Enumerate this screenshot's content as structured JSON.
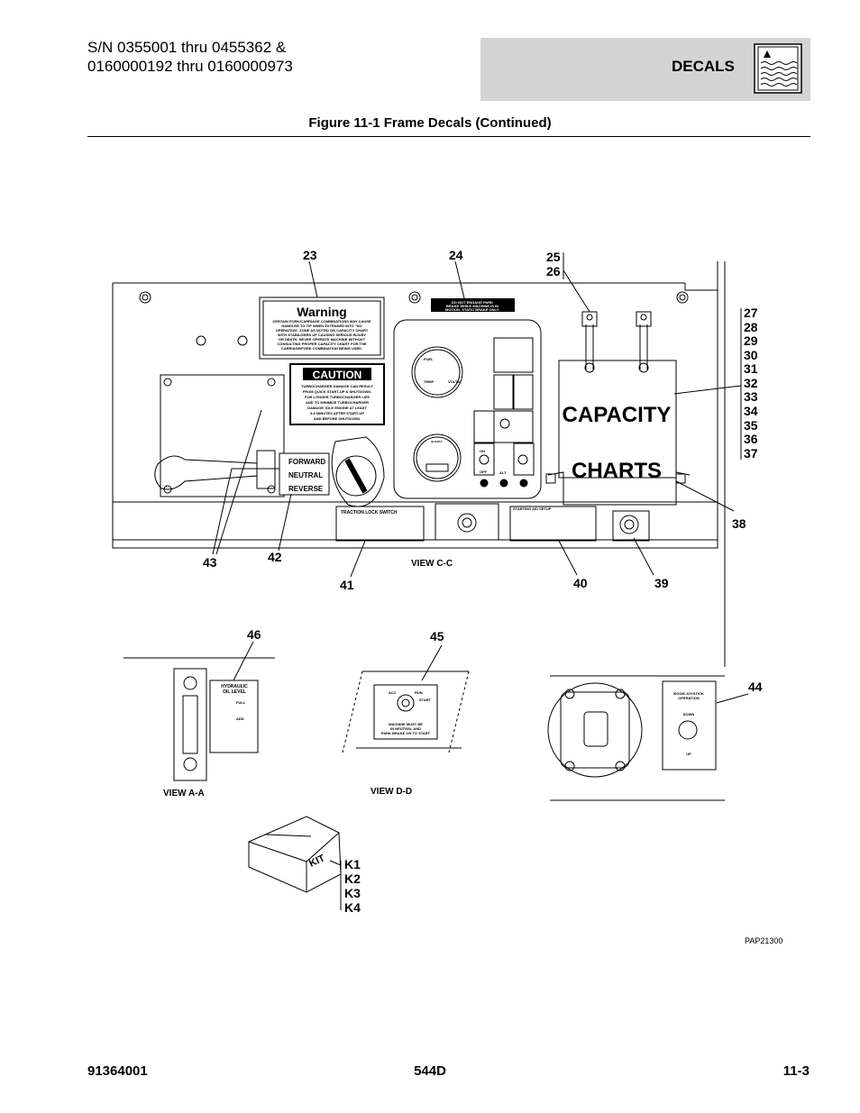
{
  "header": {
    "serial_line1": "S/N 0355001 thru 0455362 &",
    "serial_line2": "0160000192 thru 0160000973",
    "section": "DECALS"
  },
  "figure_title": "Figure 11-1 Frame Decals (Continued)",
  "callouts": {
    "c23": "23",
    "c24": "24",
    "c25": "25",
    "c26": "26",
    "c27": "27",
    "c28": "28",
    "c29": "29",
    "c30": "30",
    "c31": "31",
    "c32": "32",
    "c33": "33",
    "c34": "34",
    "c35": "35",
    "c36": "36",
    "c37": "37",
    "c38": "38",
    "c39": "39",
    "c40": "40",
    "c41": "41",
    "c42": "42",
    "c43": "43",
    "c44": "44",
    "c45": "45",
    "c46": "46",
    "k1": "K1",
    "k2": "K2",
    "k3": "K3",
    "k4": "K4"
  },
  "views": {
    "cc": "VIEW C-C",
    "aa": "VIEW A-A",
    "dd": "VIEW D-D"
  },
  "decals": {
    "warning_title": "Warning",
    "warning_text": [
      "CERTAIN FORK/CARRIAGE COMBINATIONS MAY CAUSE",
      "HANDLER TO TIP WHEN EXTENDED INTO \"NO",
      "OPERATION\" ZONE AS NOTED ON CAPACITY CHART",
      "WITH STABILIZERS UP CAUSING SERIOUS INJURY",
      "OR DEATH. NEVER OPERATE MACHINE WITHOUT",
      "CONSULTING PROPER CAPACITY CHART FOR THE",
      "CARRIAGE/FORK COMBINATION BEING USED."
    ],
    "caution_title": "CAUTION",
    "caution_text": [
      "TURBOCHARGER DAMAGE CAN RESULT",
      "FROM QUICK START-UP & SHUTDOWN.",
      "FOR LONGER TURBOCHARGER LIFE",
      "AND TO MINIMIZE TURBOCHARGER",
      "DAMAGE, IDLE ENGINE AT LEAST",
      "3-5 MINUTES AFTER START-UP",
      "AND BEFORE SHUTDOWN."
    ],
    "brake_text": [
      "DO NOT ENGAGE PARK",
      "BRAKE WHILE MACHINE IS IN",
      "MOTION. STATIC BRAKE ONLY."
    ],
    "capacity_line1": "CAPACITY",
    "capacity_line2": "CHARTS",
    "forward": "FORWARD",
    "neutral": "NEUTRAL",
    "reverse": "REVERSE",
    "traction_title": "TRACTION LOCK SWITCH",
    "starting_title": "STARTING AID SETUP",
    "fuel": "FUEL",
    "temp": "TEMP",
    "volts": "VOLTS",
    "quartz": "QUARTZ",
    "on": "ON",
    "off": "OFF",
    "alt": "ALT",
    "hyd_title1": "HYDRAULIC",
    "hyd_title2": "OIL LEVEL",
    "full": "FULL",
    "add": "ADD",
    "acc": "ACC",
    "run": "RUN",
    "start": "START",
    "ign_text": [
      "MACHINE MUST BE",
      "IN NEUTRAL AND",
      "PARK BRAKE ON TO START"
    ],
    "joystick_title": [
      "BOOM JOYSTICK",
      "OPERATION"
    ],
    "down": "DOWN",
    "up": "UP",
    "kit": "KIT"
  },
  "drawing_id": "PAP21300",
  "footer": {
    "doc_number": "91364001",
    "model": "544D",
    "page": "11-3"
  }
}
